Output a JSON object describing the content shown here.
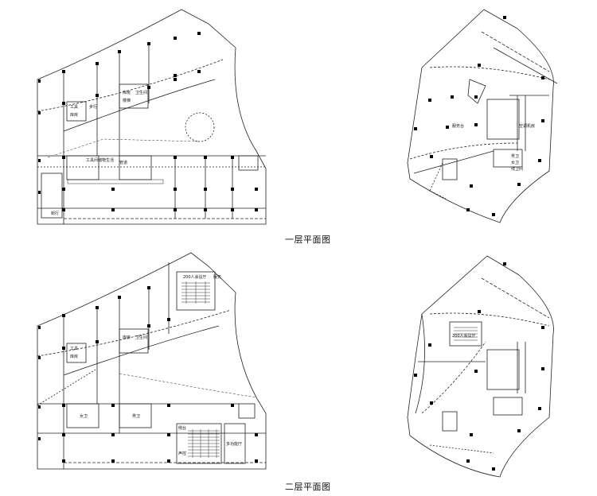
{
  "captions": {
    "first_floor": "一层平面图",
    "second_floor": "二层平面图"
  },
  "labels": {
    "f1_left": {
      "tool1": "工具",
      "tool2": "库房",
      "stair": "库房",
      "toilet": "卫生间",
      "stair2": "楼梯",
      "path": "步行",
      "duct": "管道",
      "shops": "工具间储物生活",
      "street": "街行"
    },
    "f1_right": {
      "service": "服务台",
      "aircon": "空调机房",
      "male": "男卫",
      "female": "女卫",
      "disabled": "残卫间"
    },
    "f2_left": {
      "meeting": "200人会议厅",
      "prep": "服务",
      "tool1": "工具",
      "tool2": "库房",
      "stair": "库房",
      "toilet": "卫生间",
      "toilet2": "女卫",
      "toilet3": "男卫",
      "hall": "多功能厅",
      "side1": "侧台",
      "side2": "声控"
    },
    "f2_right": {
      "meeting": "200人会议厅"
    }
  },
  "colors": {
    "line": "#222222",
    "column": "#000000",
    "dash": "#555555"
  }
}
